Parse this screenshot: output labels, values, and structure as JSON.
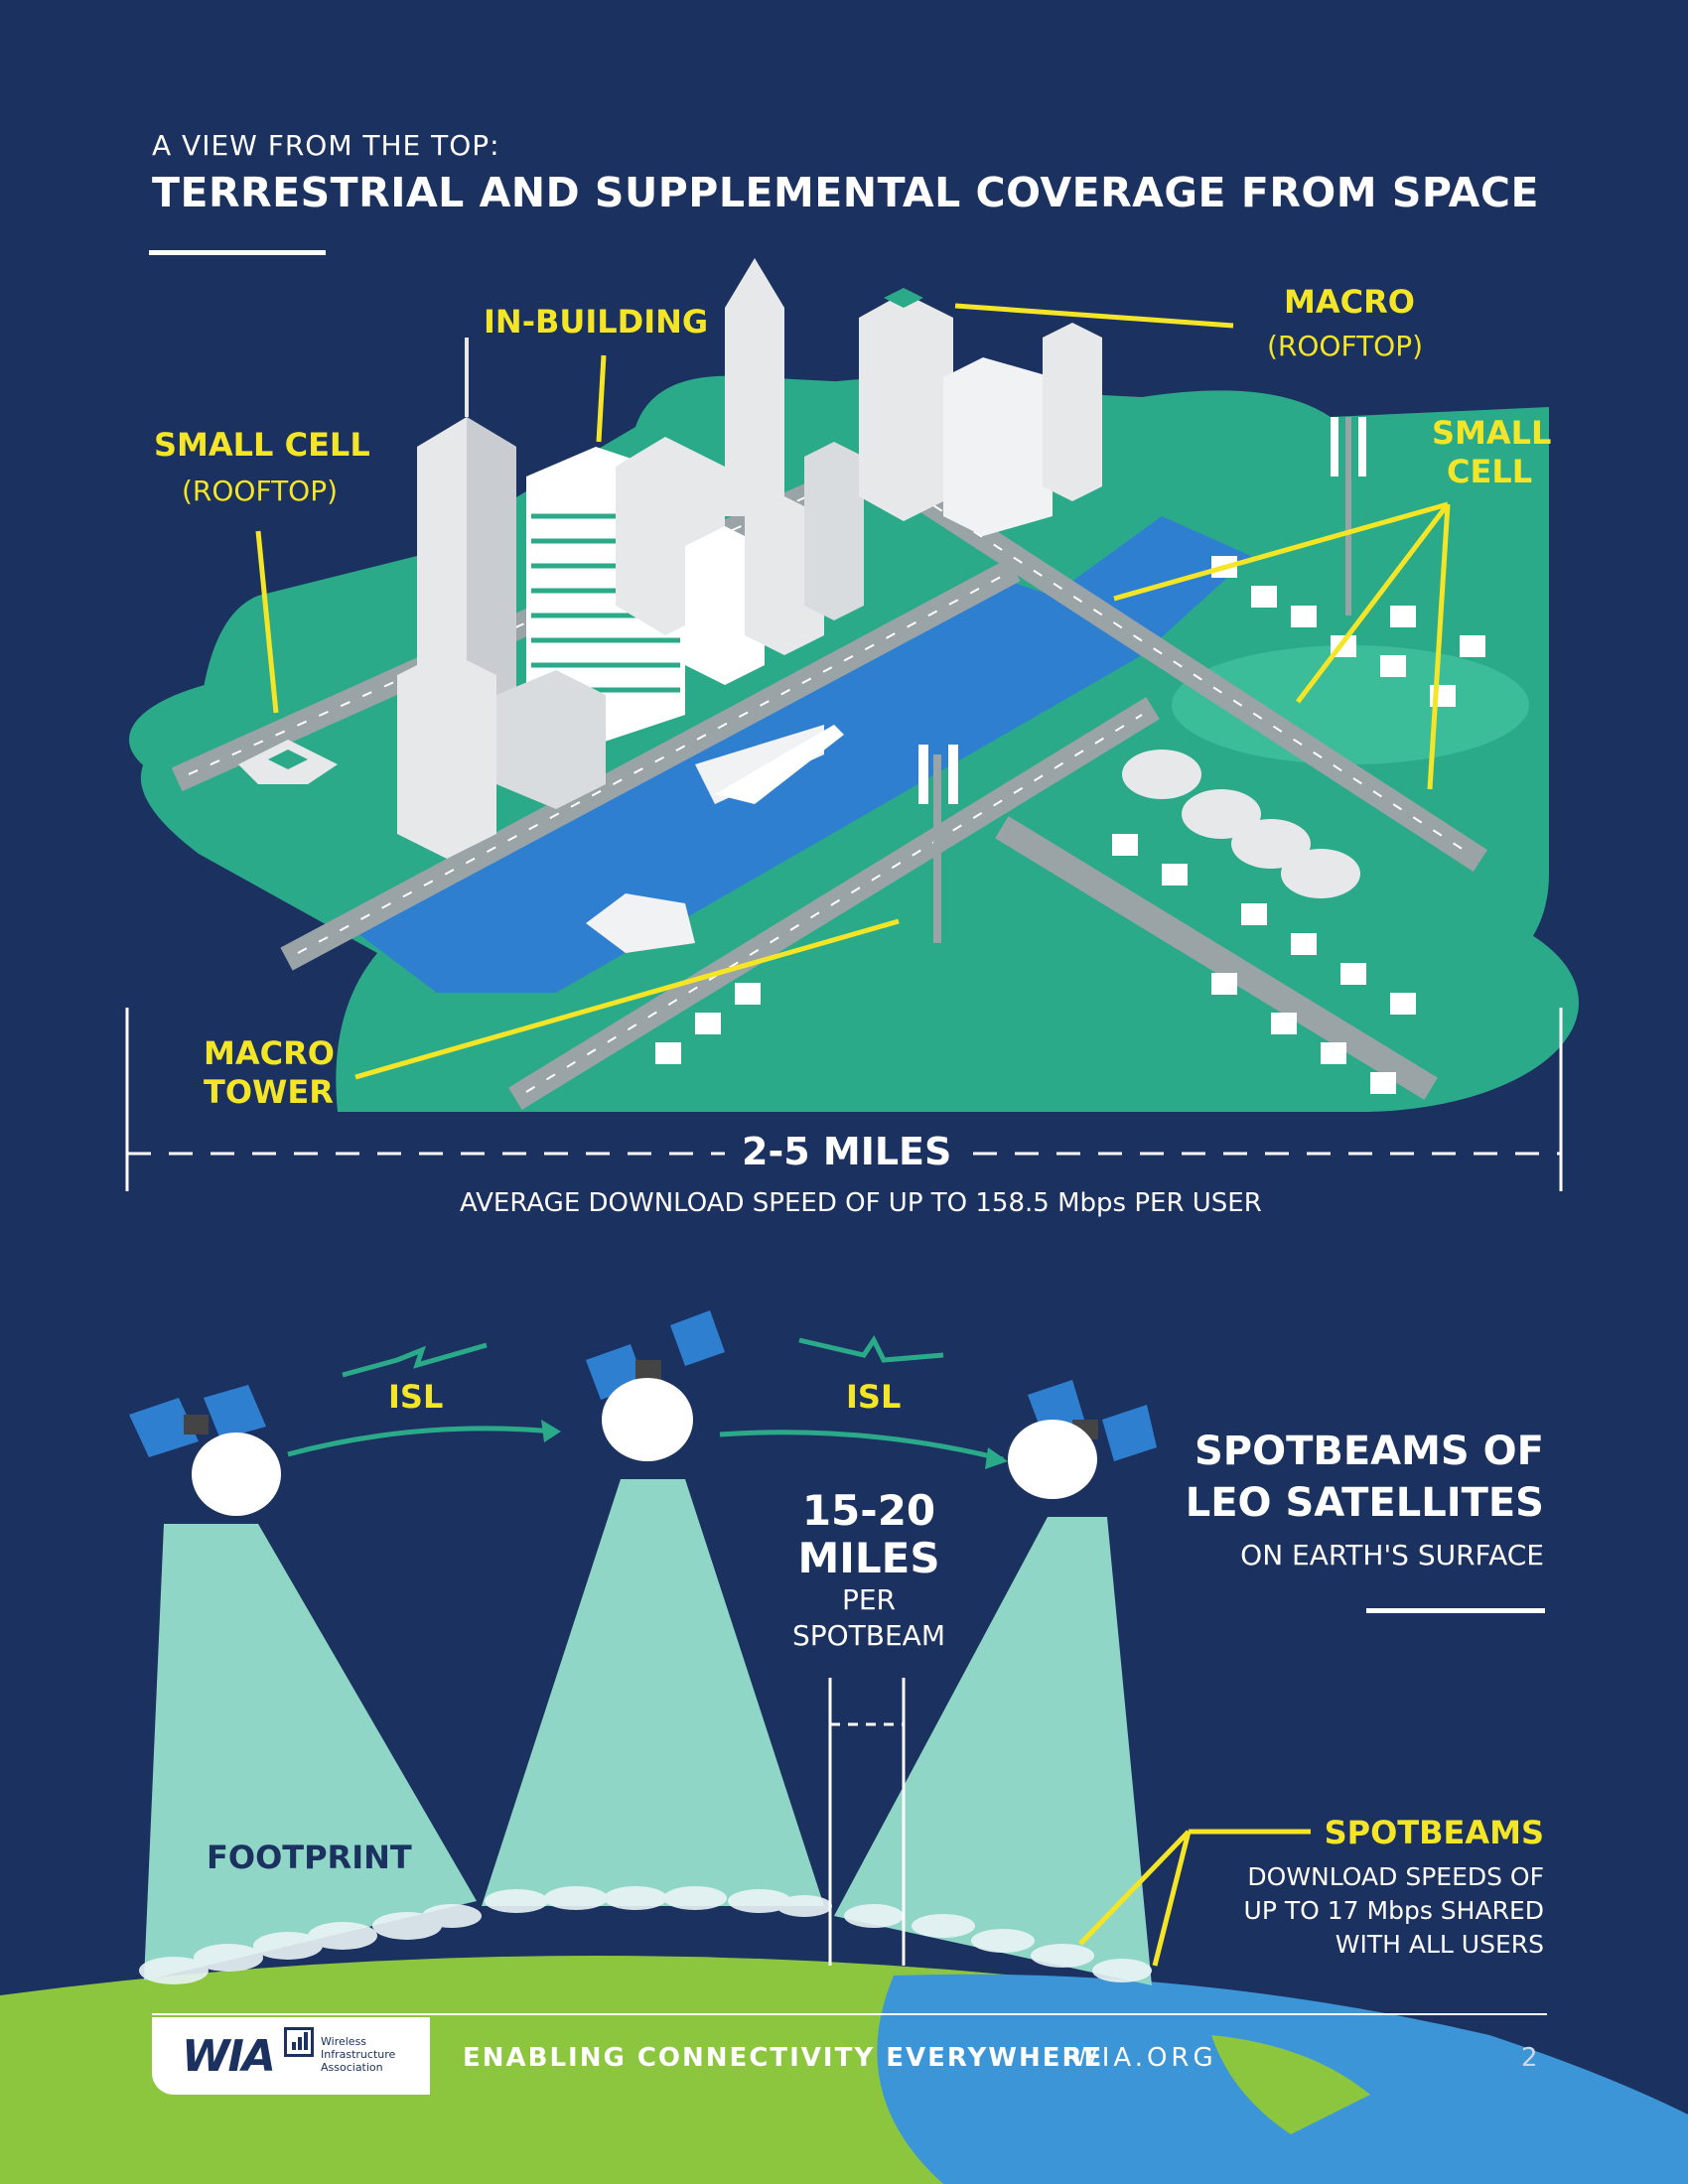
{
  "header": {
    "kicker": "A VIEW FROM THE TOP:",
    "title": "TERRESTRIAL AND SUPPLEMENTAL COVERAGE FROM SPACE"
  },
  "city_labels": {
    "in_building": "IN-BUILDING",
    "macro": "MACRO",
    "macro_sub": "(ROOFTOP)",
    "small_cell_left": "SMALL CELL",
    "small_cell_left_sub": "(ROOFTOP)",
    "small_cell_right_1": "SMALL",
    "small_cell_right_2": "CELL",
    "macro_tower_1": "MACRO",
    "macro_tower_2": "TOWER"
  },
  "terrestrial": {
    "distance": "2-5 MILES",
    "speed_note": "AVERAGE DOWNLOAD SPEED OF UP TO 158.5 Mbps PER USER"
  },
  "space": {
    "isl_left": "ISL",
    "isl_right": "ISL",
    "title_1": "SPOTBEAMS OF",
    "title_2": "LEO SATELLITES",
    "subtitle": "ON EARTH'S SURFACE",
    "dist_1": "15-20",
    "dist_2": "MILES",
    "dist_3": "PER",
    "dist_4": "SPOTBEAM",
    "footprint": "FOOTPRINT",
    "spotbeams_label": "SPOTBEAMS",
    "spotbeams_1": "DOWNLOAD SPEEDS OF",
    "spotbeams_2": "UP TO 17 Mbps SHARED",
    "spotbeams_3": "WITH ALL USERS"
  },
  "footer": {
    "logo_text": "WIA",
    "logo_line1": "Wireless",
    "logo_line2": "Infrastructure",
    "logo_line3": "Association",
    "tagline": "ENABLING CONNECTIVITY EVERYWHERE",
    "url": "WIA.ORG",
    "page": "2"
  },
  "colors": {
    "background": "#1b3160",
    "accent_yellow": "#f4e526",
    "land_teal": "#2baa8a",
    "water_blue": "#2f7fd0",
    "beam_teal": "#8fd6c6",
    "earth_green": "#8cc63f"
  }
}
